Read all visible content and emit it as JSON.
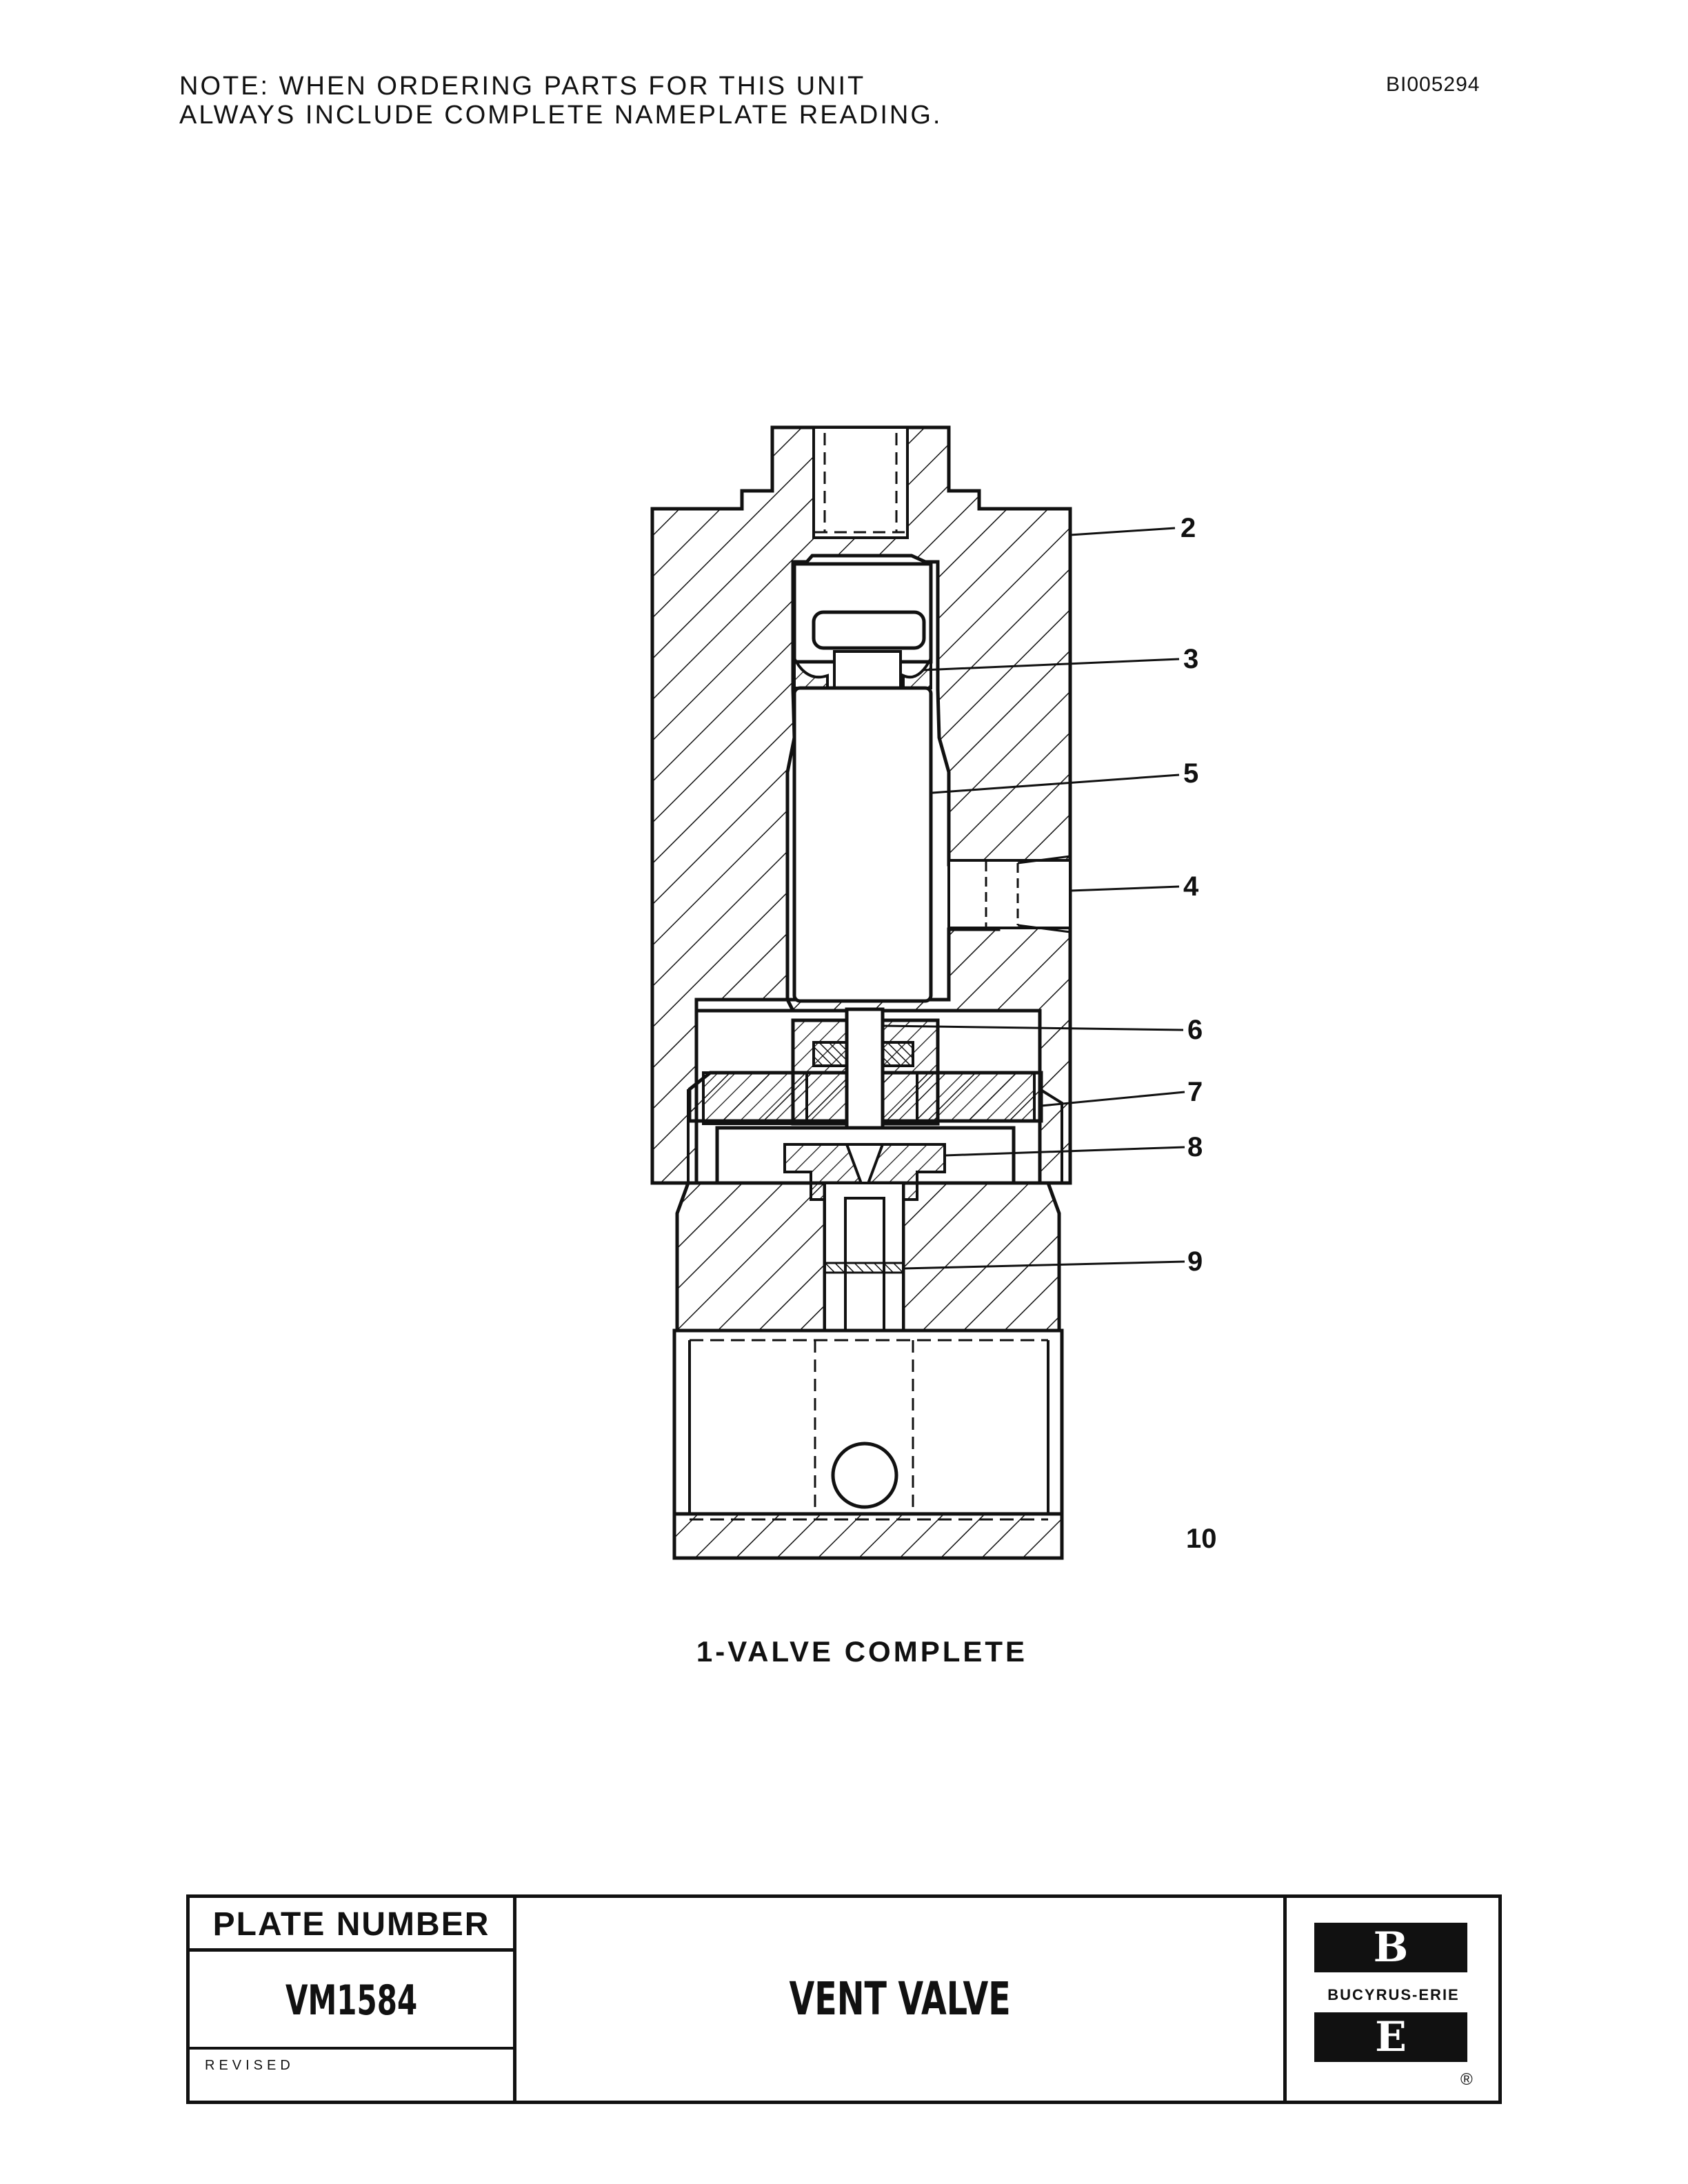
{
  "header": {
    "note_line1": "NOTE:  WHEN ORDERING PARTS FOR THIS UNIT",
    "note_line2": "ALWAYS INCLUDE COMPLETE NAMEPLATE READING.",
    "document_id": "BI005294"
  },
  "diagram": {
    "callouts": [
      "2",
      "3",
      "5",
      "4",
      "6",
      "7",
      "8",
      "9",
      "10"
    ],
    "caption": "1-VALVE COMPLETE"
  },
  "title_block": {
    "plate_number_label": "PLATE NUMBER",
    "plate_number": "VM1584",
    "revised_label": "REVISED",
    "title": "VENT VALVE",
    "logo_letter_top": "B",
    "logo_name": "BUCYRUS-ERIE",
    "logo_letter_bottom": "E",
    "registered_mark": "®"
  }
}
